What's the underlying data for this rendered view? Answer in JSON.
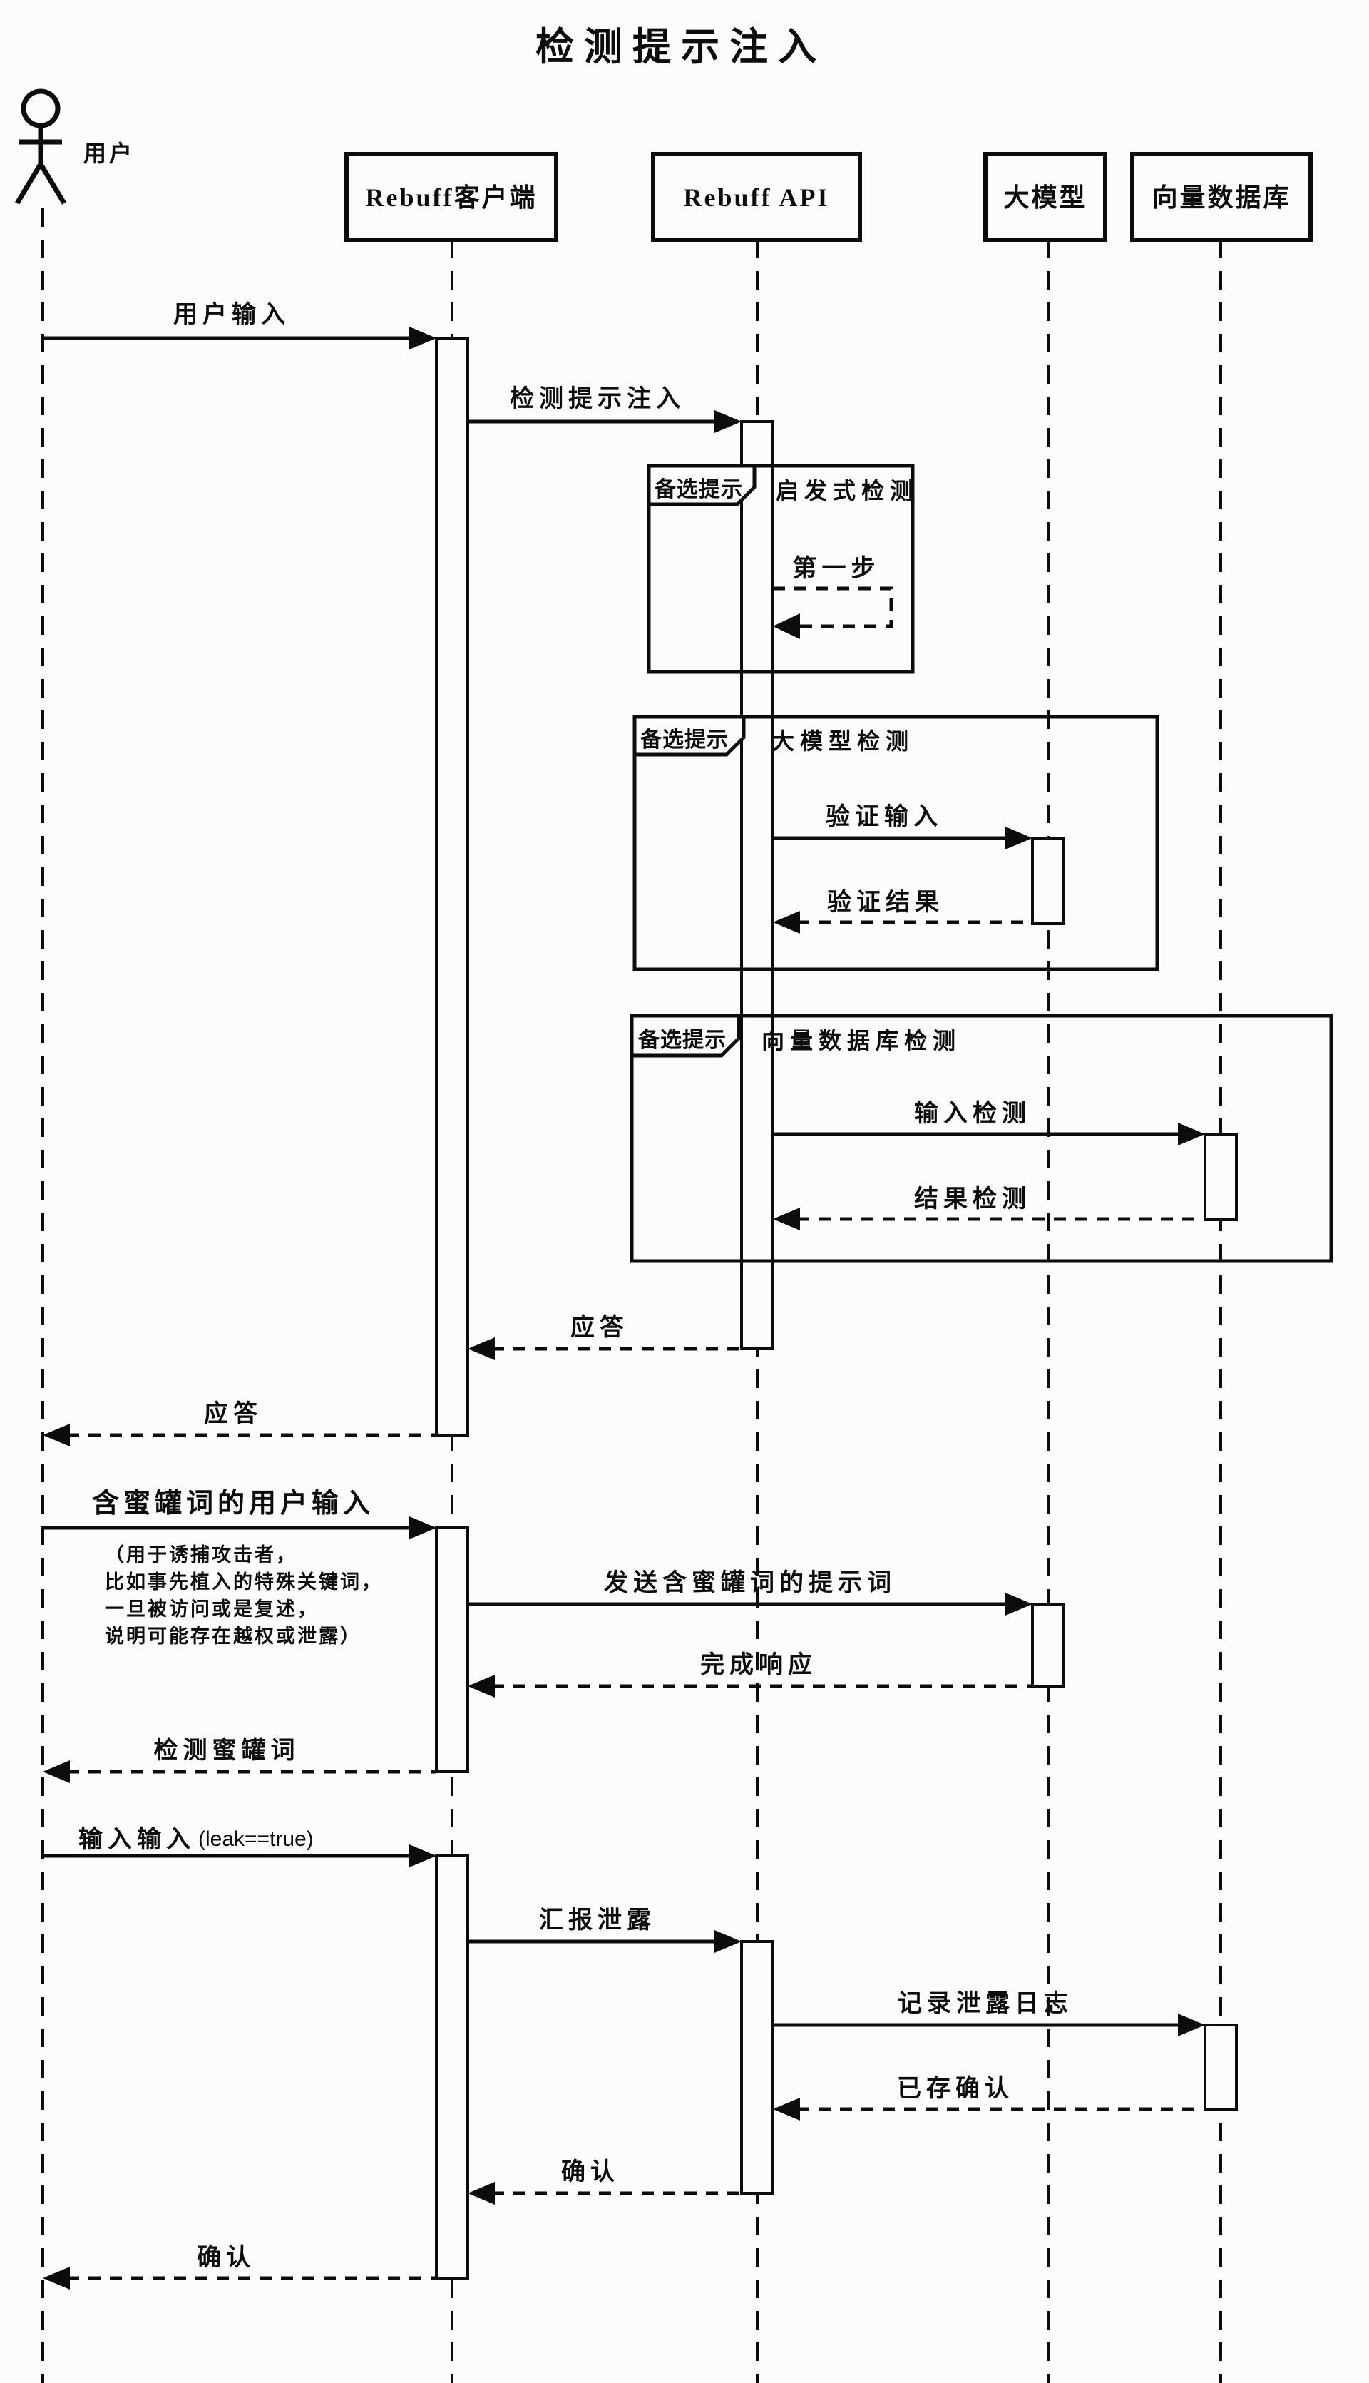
{
  "title": "检测提示注入",
  "actor": {
    "label": "用户"
  },
  "participants": [
    {
      "label": "Rebuff客户端"
    },
    {
      "label": "Rebuff API"
    },
    {
      "label": "大模型"
    },
    {
      "label": "向量数据库"
    }
  ],
  "fragments": [
    {
      "keyword": "备选提示",
      "condition": "启发式检测"
    },
    {
      "keyword": "备选提示",
      "condition": "大模型检测"
    },
    {
      "keyword": "备选提示",
      "condition": "向量数据库检测"
    }
  ],
  "messages": [
    {
      "label": "用户输入",
      "style": "solid"
    },
    {
      "label": "检测提示注入",
      "style": "solid"
    },
    {
      "label": "第一步",
      "style": "dashed-self"
    },
    {
      "label": "验证输入",
      "style": "solid"
    },
    {
      "label": "验证结果",
      "style": "dashed"
    },
    {
      "label": "输入检测",
      "style": "solid"
    },
    {
      "label": "结果检测",
      "style": "dashed"
    },
    {
      "label": "应答",
      "style": "dashed"
    },
    {
      "label": "应答",
      "style": "dashed"
    },
    {
      "label": "含蜜罐词的用户输入",
      "style": "solid"
    },
    {
      "label": "发送含蜜罐词的提示词",
      "style": "solid"
    },
    {
      "label": "完成响应",
      "style": "dashed"
    },
    {
      "label": "检测蜜罐词",
      "style": "dashed"
    },
    {
      "label": "输入输入",
      "guard": "(leak==true)",
      "style": "solid"
    },
    {
      "label": "汇报泄露",
      "style": "solid"
    },
    {
      "label": "记录泄露日志",
      "style": "solid"
    },
    {
      "label": "已存确认",
      "style": "dashed"
    },
    {
      "label": "确认",
      "style": "dashed"
    },
    {
      "label": "确认",
      "style": "dashed"
    }
  ],
  "note": {
    "lines": [
      "（用于诱捕攻击者，",
      "比如事先植入的特殊关键词，",
      "一旦被访问或是复述，",
      "说明可能存在越权或泄露）"
    ]
  }
}
